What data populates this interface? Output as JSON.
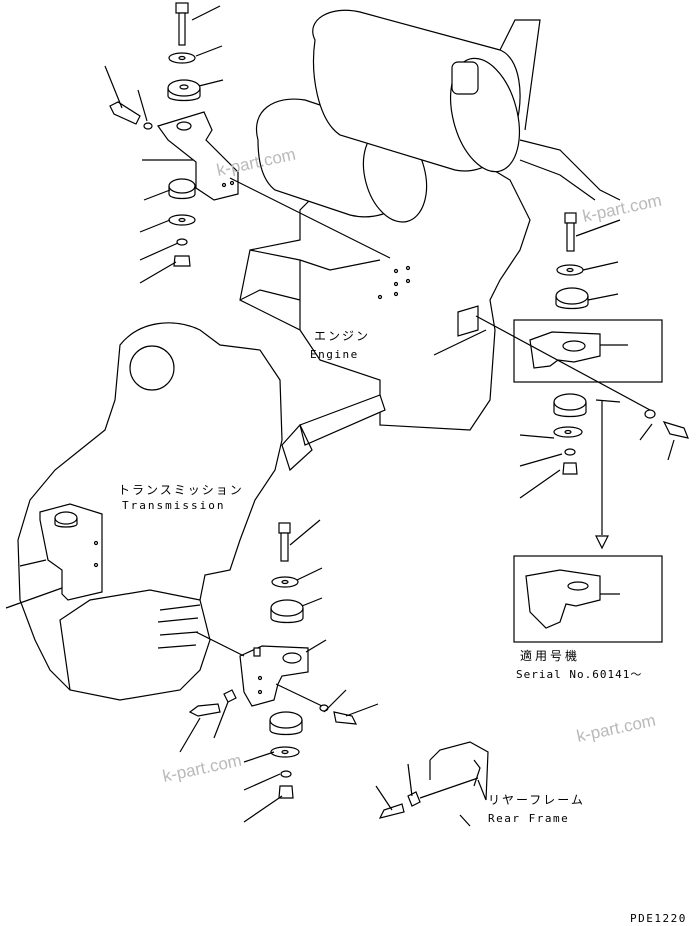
{
  "labels": {
    "engine_jp": "エンジン",
    "engine_en": "Engine",
    "transmission_jp": "トランスミッション",
    "transmission_en": "Transmission",
    "serial_jp": "適用号機",
    "serial_en": "Serial No.60141～",
    "rear_frame_jp": "リヤーフレーム",
    "rear_frame_en": "Rear Frame",
    "drawing_code": "PDE1220"
  },
  "watermarks": [
    "k-part.com",
    "k-part.com",
    "k-part.com",
    "k-part.com"
  ]
}
